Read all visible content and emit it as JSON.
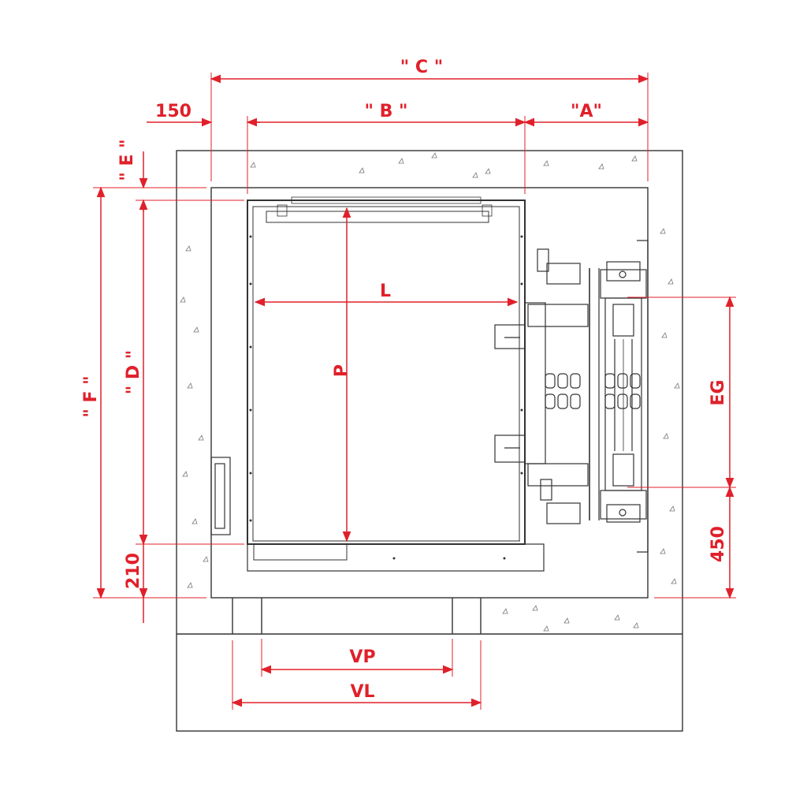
{
  "colors": {
    "dimension": "#e0202a",
    "outline": "#333333",
    "hatch": "#8a8a8a",
    "background": "#ffffff"
  },
  "dimensions": {
    "C": "\" C \"",
    "B": "\" B \"",
    "A": "\"A\"",
    "left_offset": "150",
    "E": "\" E \"",
    "F": "\" F \"",
    "D": "\" D \"",
    "bottom_offset": "210",
    "L": "L",
    "P": "P",
    "EG": "EG",
    "guide_offset": "450",
    "VP": "VP",
    "VL": "VL"
  }
}
